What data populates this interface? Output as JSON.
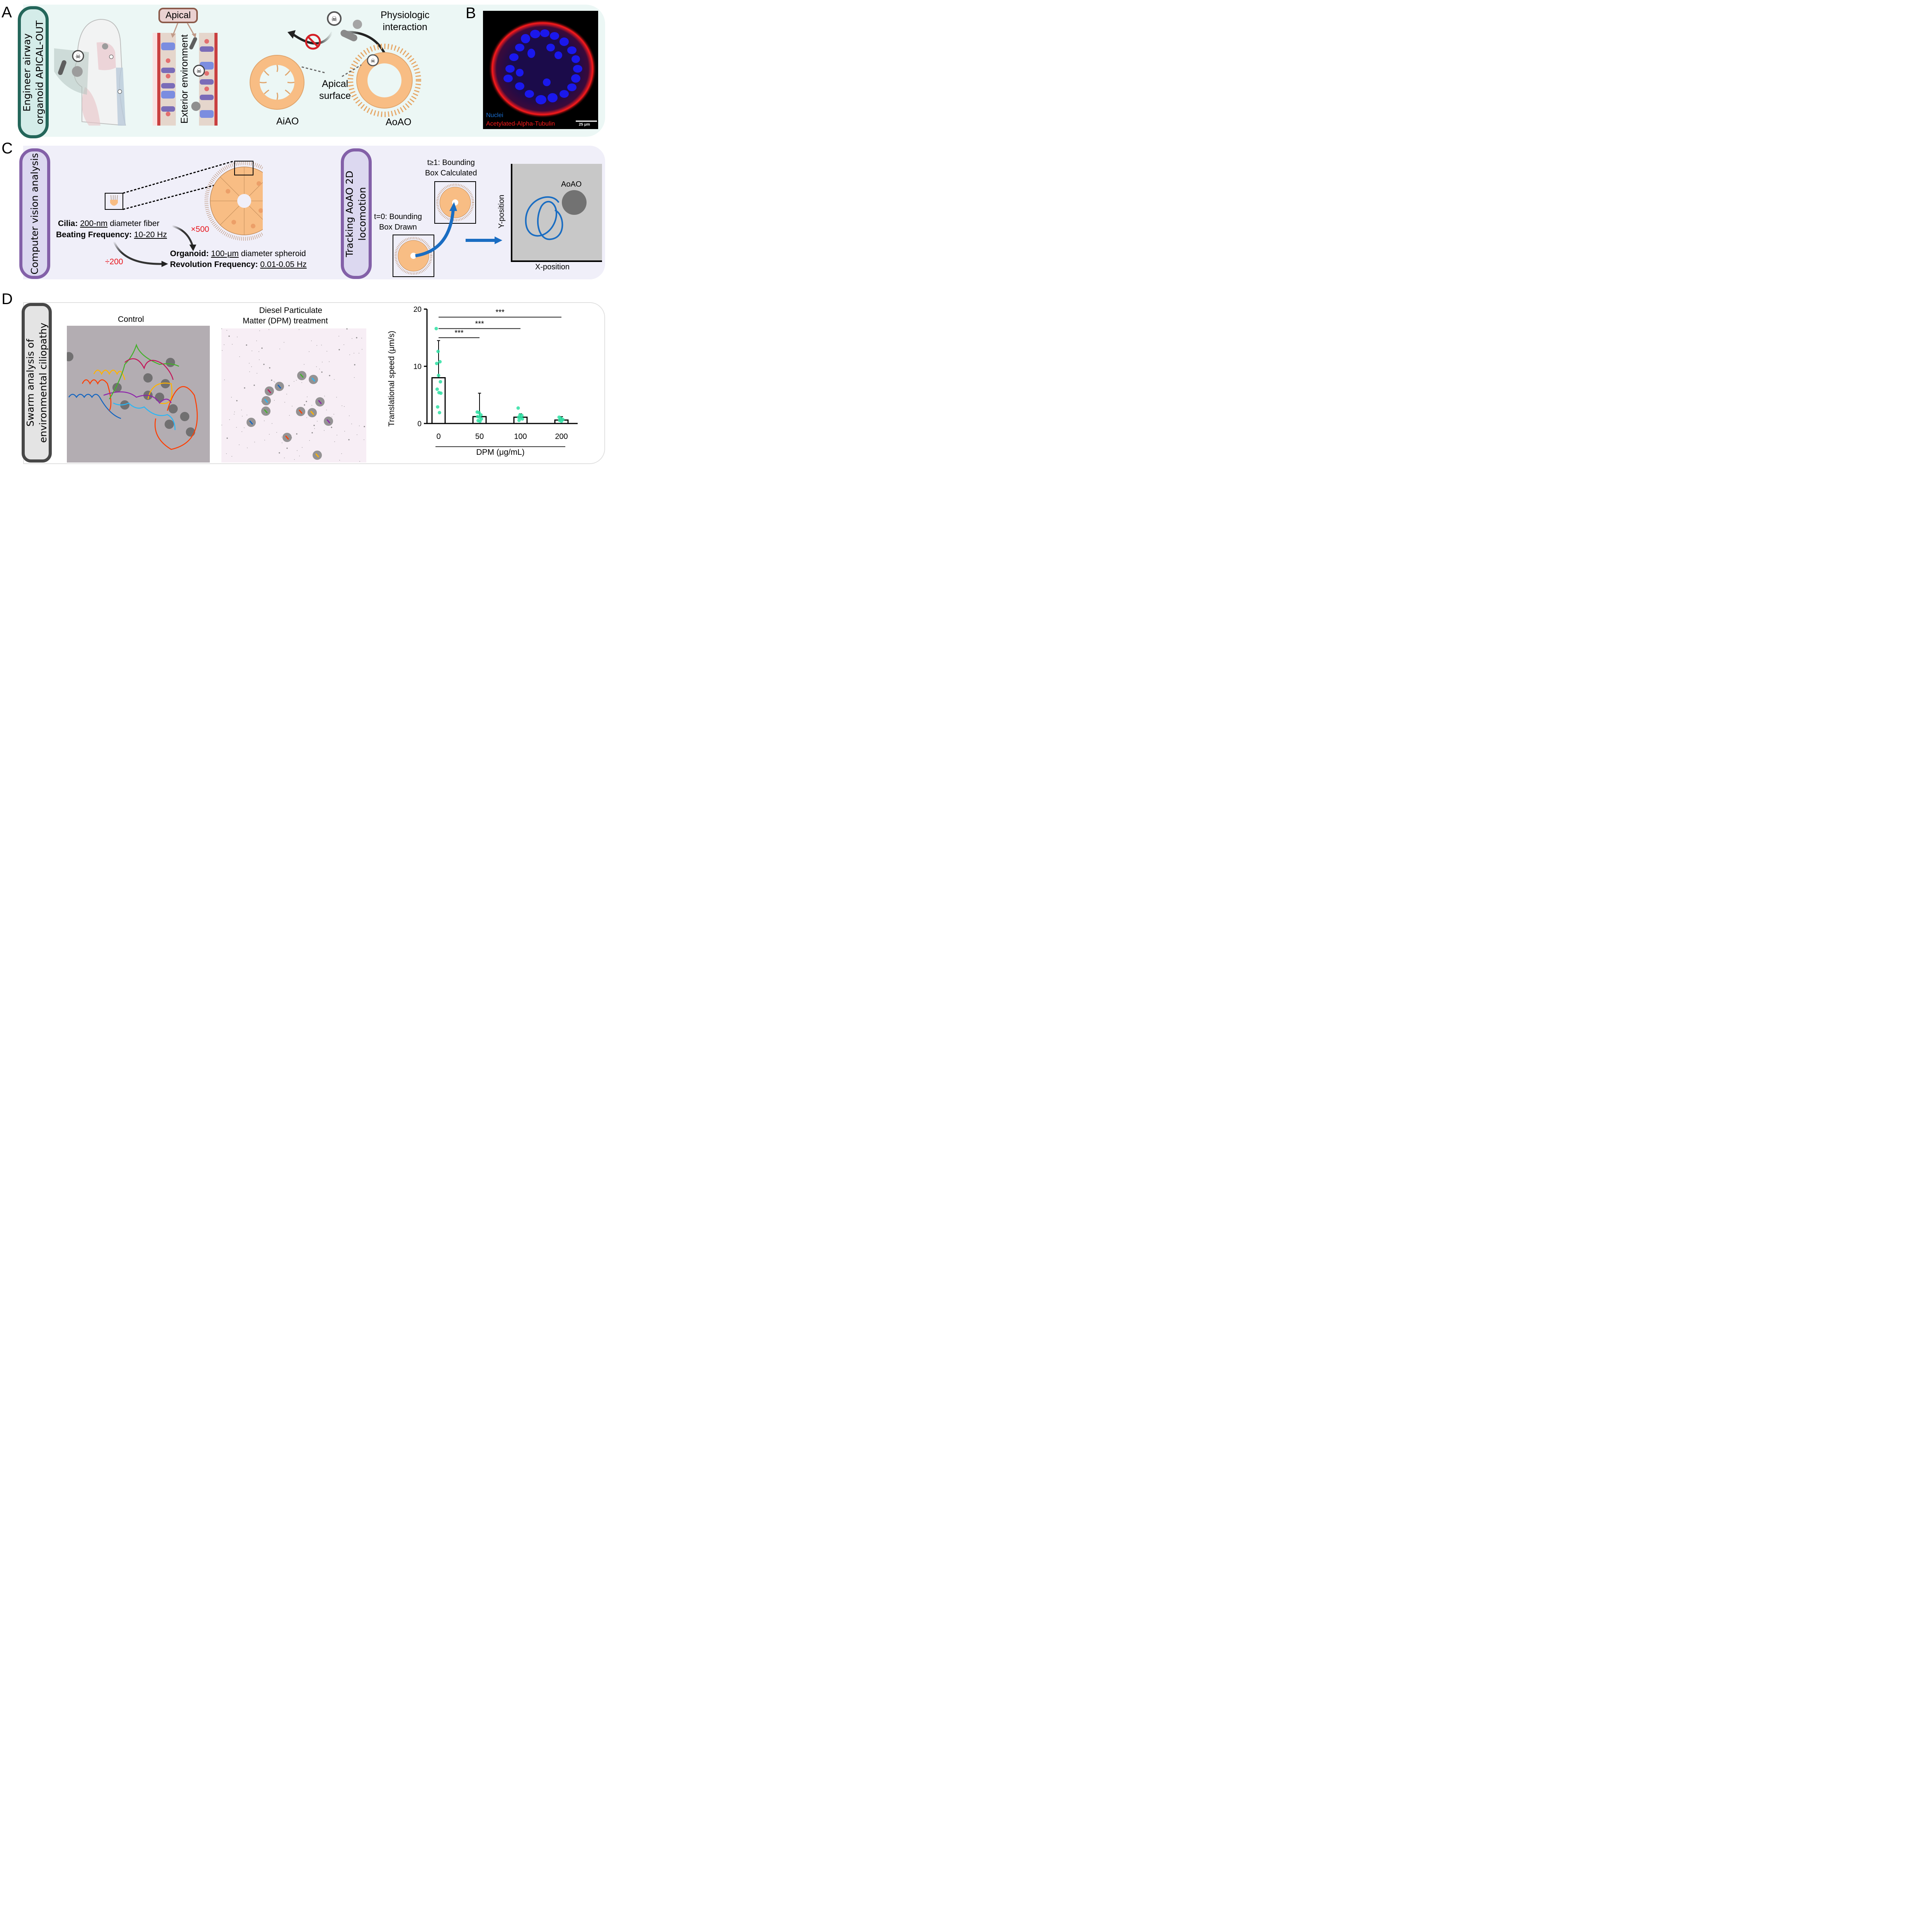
{
  "panels": {
    "A": {
      "letter": "A",
      "side_label_line1": "Engineer airway",
      "side_label_line2": "organoid APICAL-OUT",
      "apical_box": "Apical",
      "exterior_label": "Exterior environment",
      "physiologic_line1": "Physiologic",
      "physiologic_line2": "interaction",
      "apical_surface_line1": "Apical",
      "apical_surface_line2": "surface",
      "aiao_label": "AiAO",
      "aoao_label": "AoAO",
      "colors": {
        "pill_border": "#24665a",
        "pill_fill": "#d4ece9",
        "panel_bg": "#ecf7f5",
        "organoid": "#f8bd84",
        "no_sign": "#d42026",
        "apical_box_border": "#8b5a4a",
        "apical_box_fill": "#ead1d1"
      }
    },
    "B": {
      "letter": "B",
      "legend_nuclei": "Nuclei",
      "legend_tubulin": "Acetylated-Alpha-Tubulin",
      "scale_bar": "25 μm",
      "colors": {
        "nuclei": "#1a6fd1",
        "tubulin": "#ff1a1a",
        "bg": "#000000"
      }
    },
    "C": {
      "letter": "C",
      "side_label": "Computer vision analysis",
      "cilia_bold": "Cilia:",
      "cilia_underlined": "200-nm",
      "cilia_rest": " diameter fiber",
      "beat_bold": "Beating Frequency:",
      "beat_underlined": "10-20 Hz",
      "times": "×500",
      "divide": "÷200",
      "organoid_bold": "Organoid:",
      "organoid_underlined": "100-μm",
      "organoid_rest": " diameter spheroid",
      "rev_bold": "Revolution Frequency:",
      "rev_underlined": "0.01-0.05 Hz",
      "tracking_label_line1": "Tracking AoAO 2D",
      "tracking_label_line2": "locomotion",
      "t1_line1": "t≥1: Bounding",
      "t1_line2": "Box Calculated",
      "t0_line1": "t=0: Bounding",
      "t0_line2": "Box Drawn",
      "aoao_label": "AoAO",
      "y_axis": "Y-position",
      "x_axis": "X-position",
      "colors": {
        "pill_border": "#8360a8",
        "pill_fill": "#dcd8f0",
        "panel_bg": "#f0eff9",
        "red_text": "#e8141b",
        "track_blue": "#1a6dc2"
      }
    },
    "D": {
      "letter": "D",
      "side_label_line1": "Swarm analysis of",
      "side_label_line2": "environmental ciliopathy",
      "control_title": "Control",
      "dpm_title_line1": "Diesel Particulate",
      "dpm_title_line2": "Matter (DPM) treatment",
      "colors": {
        "pill_border": "#474747",
        "pill_fill": "#e4e4e4",
        "panel_border": "#e0e0e0"
      },
      "track_colors": [
        "#1565c0",
        "#29b6f6",
        "#ff3d00",
        "#ffb300",
        "#8e24aa",
        "#43b02a",
        "#c2185b"
      ]
    }
  },
  "chart_data": {
    "type": "bar",
    "title": "",
    "xlabel": "DPM (μg/mL)",
    "ylabel": "Translational speed (μm/s)",
    "categories": [
      "0",
      "50",
      "100",
      "200"
    ],
    "values": [
      8.0,
      1.2,
      1.1,
      0.6
    ],
    "error_upper": [
      14.5,
      5.3,
      1.7,
      1.2
    ],
    "points": [
      [
        16.6,
        12.6,
        10.8,
        10.5,
        8.4,
        7.3,
        6.0,
        5.4,
        5.3,
        2.9,
        1.9
      ],
      [
        2.0,
        1.9,
        1.5,
        1.2,
        1.1,
        0.8,
        0.5,
        0.4
      ],
      [
        2.7,
        1.5,
        1.4,
        1.1,
        1.0,
        0.8,
        0.55
      ],
      [
        1.1,
        0.9,
        0.7,
        0.55,
        0.4
      ]
    ],
    "yticks": [
      0,
      10,
      20
    ],
    "ylim": [
      0,
      20
    ],
    "grid": false,
    "significance": [
      {
        "from": 0,
        "to": 1,
        "label": "***",
        "y": 15.0
      },
      {
        "from": 0,
        "to": 2,
        "label": "***",
        "y": 16.6
      },
      {
        "from": 0,
        "to": 3,
        "label": "***",
        "y": 18.6
      }
    ],
    "point_color": "#2ee0a3",
    "bar_fill": "#ffffff",
    "bar_edge": "#000000"
  }
}
